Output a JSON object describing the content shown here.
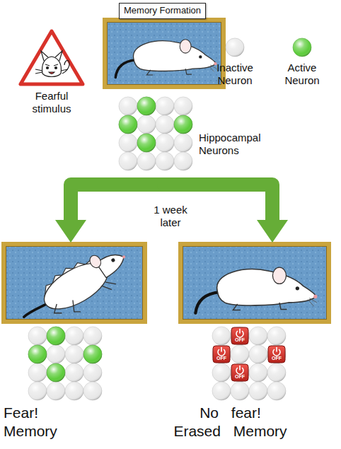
{
  "diagram": {
    "nodes": [
      {
        "text": [
          "Memory Formation"
        ]
      },
      {
        "text": [
          "Fear! Memory"
        ]
      },
      {
        "text": [
          "No fear! Erased Memory"
        ]
      }
    ],
    "edges": [
      {
        "from": 0,
        "to": 1,
        "arrow": "to"
      },
      {
        "from": 0,
        "to": 2,
        "arrow": "to"
      }
    ],
    "labels": [
      "Fearful stimulus",
      "Hippocampal Neurons",
      "1 week later",
      "OFF",
      "OFF",
      "OFF",
      "OFF"
    ],
    "legend": [
      {
        "text": "Inactive Neuron",
        "color": "#e8e8e8"
      },
      {
        "text": "Active Neuron",
        "color": "#5ccc3a"
      }
    ]
  }
}
